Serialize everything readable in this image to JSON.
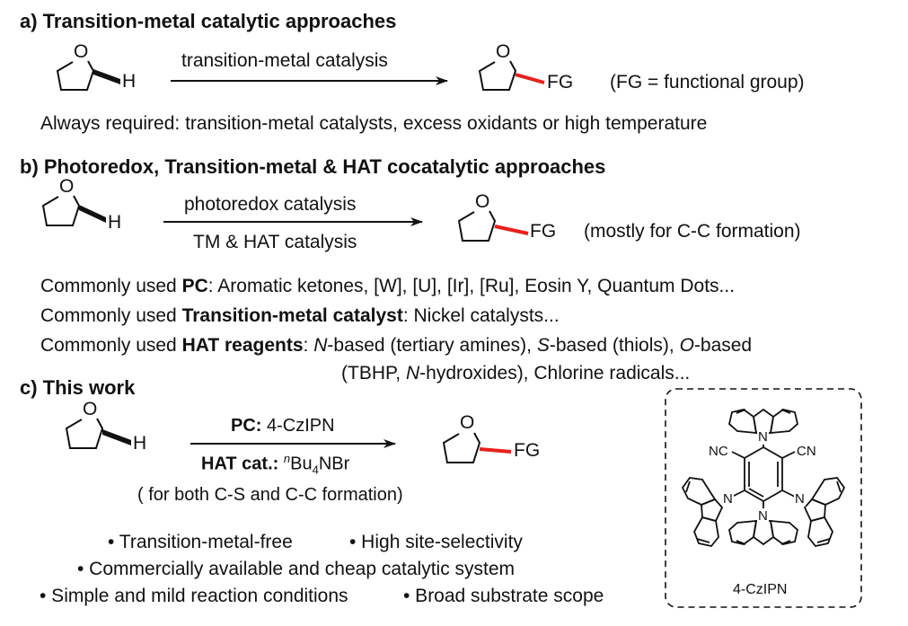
{
  "section_a": {
    "heading": "a) Transition-metal catalytic approaches",
    "reactant_atoms": {
      "o": "O",
      "h": "H"
    },
    "arrow_label": "transition-metal catalysis",
    "product_atoms": {
      "o": "O",
      "fg": "FG"
    },
    "fg_note": "(FG =  functional group)",
    "requirement": "Always required: transition-metal catalysts, excess oxidants or high temperature"
  },
  "section_b": {
    "heading": "b) Photoredox, Transition-metal & HAT cocatalytic approaches",
    "reactant_atoms": {
      "o": "O",
      "h": "H"
    },
    "arrow_label_top": "photoredox catalysis",
    "arrow_label_bottom": "TM & HAT catalysis",
    "product_atoms": {
      "o": "O",
      "fg": "FG"
    },
    "note": "(mostly for C-C formation)",
    "pc_line": {
      "prefix": "Commonly used ",
      "bold": "PC",
      "rest": ": Aromatic ketones, [W], [U], [Ir], [Ru], Eosin Y, Quantum Dots..."
    },
    "tm_line": {
      "prefix": "Commonly used ",
      "bold": "Transition-metal catalyst",
      "rest": ": Nickel catalysts..."
    },
    "hat_line": {
      "prefix": "Commonly used ",
      "bold": "HAT reagents",
      "p1": ": ",
      "i1": "N",
      "p2": "-based (tertiary amines), ",
      "i2": "S",
      "p3": "-based (thiols), ",
      "i3": "O",
      "p4": "-based"
    },
    "hat_line2": {
      "p1": "(TBHP, ",
      "i1": "N",
      "p2": "-hydroxides), Chlorine radicals..."
    }
  },
  "section_c": {
    "heading": "c) This work",
    "reactant_atoms": {
      "o": "O",
      "h": "H"
    },
    "pc": {
      "bold": "PC:",
      "rest": " 4-CzIPN"
    },
    "hat": {
      "bold": "HAT cat.:",
      "sup": "n",
      "rest1": "Bu",
      "sub": "4",
      "rest2": "NBr"
    },
    "product_atoms": {
      "o": "O",
      "fg": "FG"
    },
    "scope_note": "( for both C-S and C-C formation)",
    "bullets": [
      "• Transition-metal-free",
      "• High site-selectivity",
      "• Commercially available and cheap catalytic system",
      "• Simple and mild reaction conditions",
      "• Broad substrate scope"
    ],
    "catalyst": {
      "name": "4-CzIPN",
      "nc_left": "NC",
      "cn_right": "CN",
      "n": "N"
    }
  },
  "colors": {
    "bond_highlight": "#e8201c",
    "ink": "#111111"
  }
}
